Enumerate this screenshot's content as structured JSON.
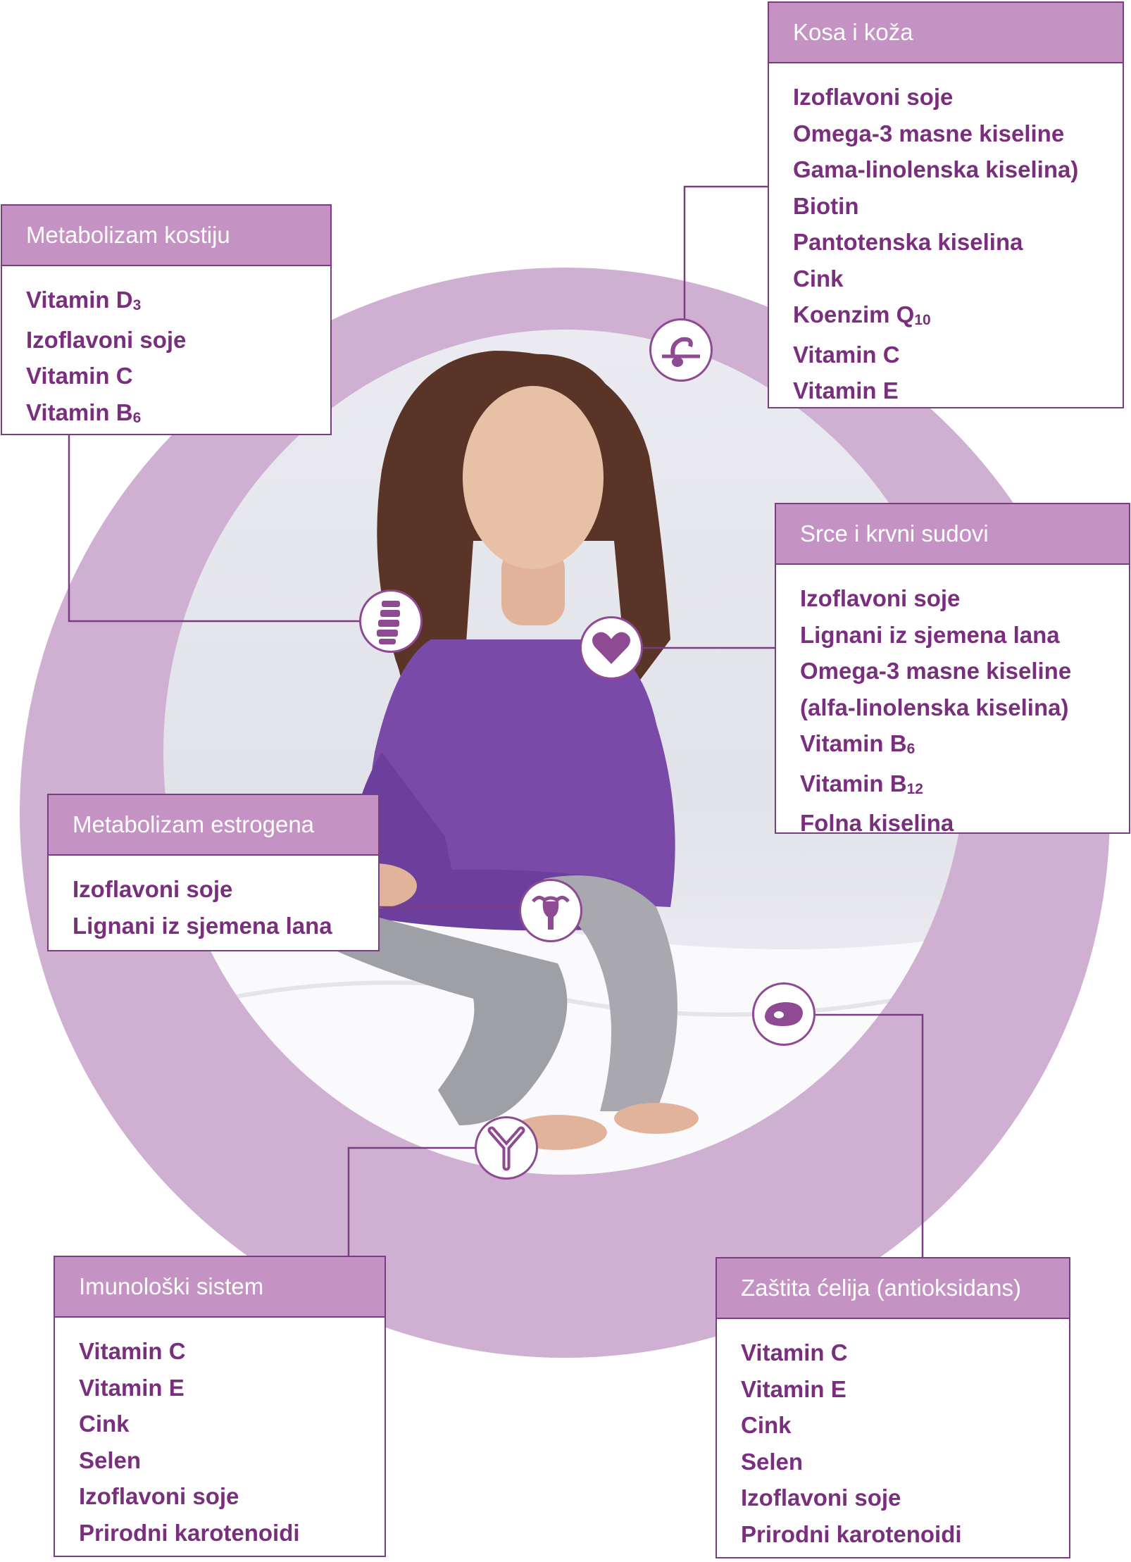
{
  "colors": {
    "ring": "#cfb0d3",
    "header": "#c493c4",
    "border": "#7a3d82",
    "text": "#7a2f7e"
  },
  "boxes": {
    "kosa": {
      "title": "Kosa i koža",
      "icon": "hair-follicle-icon",
      "items": [
        "Izoflavoni soje",
        "Omega-3 masne kiseline",
        "Gama-linolenska kiselina)",
        "Biotin",
        "Pantotenska kiselina",
        "Cink",
        "Koenzim Q",
        "Vitamin C",
        "Vitamin E"
      ],
      "subs": {
        "koenzim": "10"
      }
    },
    "kosti": {
      "title": "Metabolizam kostiju",
      "icon": "spine-icon",
      "items": [
        "Vitamin D",
        "Izoflavoni soje",
        "Vitamin C",
        "Vitamin B"
      ],
      "subs": {
        "d": "3",
        "b": "6"
      }
    },
    "srce": {
      "title": "Srce i krvni sudovi",
      "icon": "heart-icon",
      "items": [
        "Izoflavoni soje",
        "Lignani iz sjemena lana",
        "Omega-3 masne kiseline",
        "(alfa-linolenska kiselina)",
        "Vitamin B",
        "Vitamin B",
        "Folna kiselina"
      ],
      "subs": {
        "b6": "6",
        "b12": "12"
      }
    },
    "estrogen": {
      "title": "Metabolizam estrogena",
      "icon": "uterus-icon",
      "items": [
        "Izoflavoni soje",
        "Lignani iz sjemena lana"
      ]
    },
    "imuno": {
      "title": "Imunološki sistem",
      "icon": "antibody-icon",
      "items": [
        "Vitamin C",
        "Vitamin E",
        "Cink",
        "Selen",
        "Izoflavoni soje",
        "Prirodni karotenoidi"
      ]
    },
    "zastita": {
      "title": "Zaštita ćelija (antioksidans)",
      "icon": "cell-icon",
      "items": [
        "Vitamin C",
        "Vitamin E",
        "Cink",
        "Selen",
        "Izoflavoni soje",
        "Prirodni karotenoidi"
      ]
    }
  }
}
